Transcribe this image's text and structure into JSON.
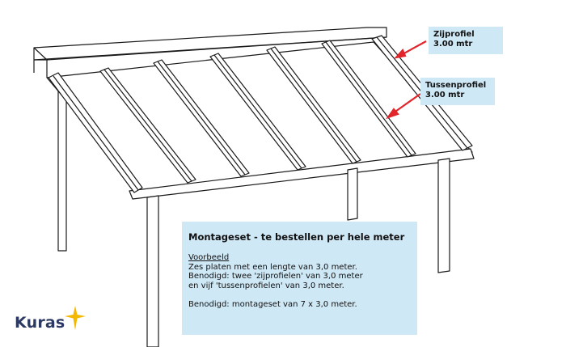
{
  "callouts": {
    "zijprofiel": {
      "label": "Zijprofiel",
      "length": "3.00 mtr"
    },
    "tussenprofiel": {
      "label": "Tussenprofiel",
      "length": "3.00 mtr"
    }
  },
  "info": {
    "title": "Montageset - te bestellen per hele meter",
    "subheading": "Voorbeeld",
    "lines": [
      "Zes platen met een lengte van 3,0 meter.",
      "Benodigd: twee 'zijprofielen' van 3,0 meter",
      "en vijf 'tussenprofielen' van 3,0 meter."
    ],
    "conclusion": "Benodigd: montageset van 7 x 3,0 meter."
  },
  "logo": {
    "text": "Kuras",
    "star_color": "#f5b800"
  },
  "colors": {
    "callout_bg": "#cfe8f6",
    "arrow": "#e0262b",
    "line": "#1a1a1a"
  }
}
